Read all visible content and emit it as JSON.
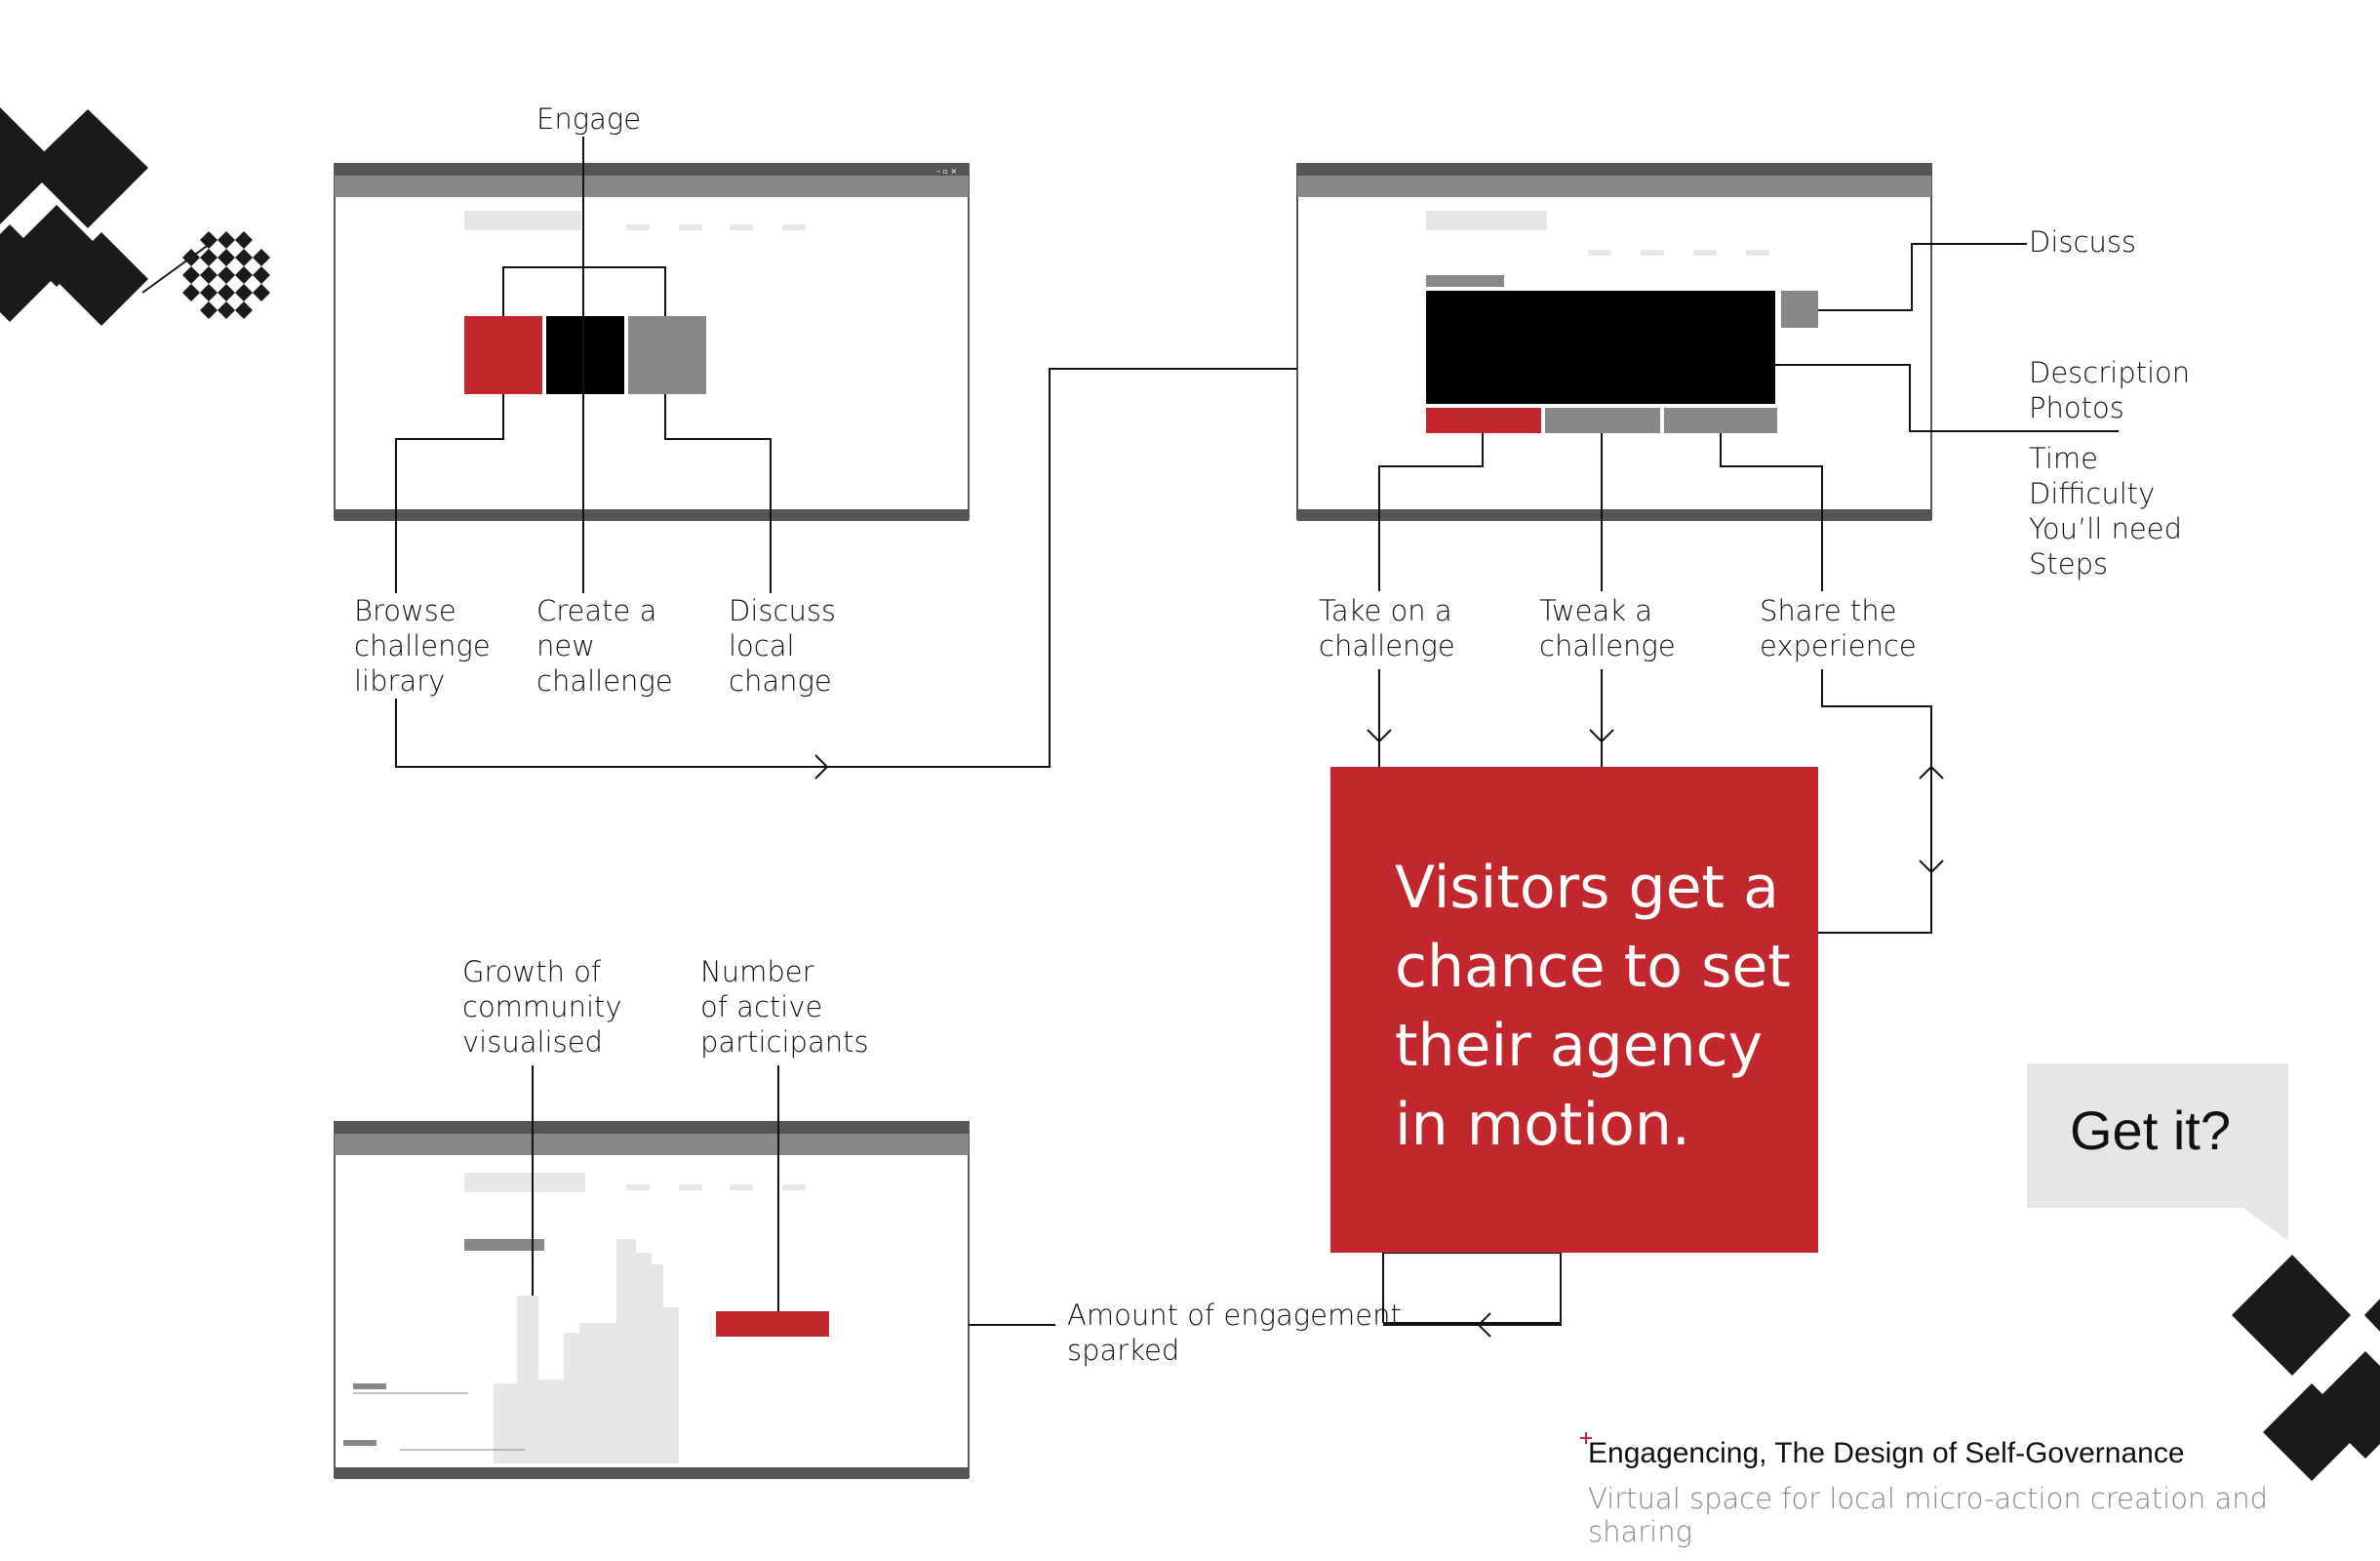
{
  "colors": {
    "accent": "#c1272d",
    "black": "#000000",
    "gray": "#888888",
    "light_gray": "#e6e6e6",
    "frame": "#555555"
  },
  "labels": {
    "engage": "Engage",
    "browse": "Browse\nchallenge\nlibrary",
    "create": "Create a\nnew\nchallenge",
    "discuss_local": "Discuss\nlocal\nchange",
    "discuss": "Discuss",
    "description_photos": "Description\nPhotos",
    "time_steps": "Time\nDifficulty\nYou’ll need\nSteps",
    "take_on": "Take on a\nchallenge",
    "tweak": "Tweak a\nchallenge",
    "share": "Share the\nexperience",
    "growth": "Growth of\ncommunity\nvisualised",
    "number": "Number\nof active\nparticipants",
    "amount": "Amount of engagement\nsparked"
  },
  "main_message": "Visitors get a\nchance to set\ntheir agency\nin motion.",
  "bubble": "Get it?",
  "footer": {
    "title": "Engagencing, The Design of Self-Governance",
    "subtitle": "Virtual space for local micro-action creation and sharing"
  }
}
